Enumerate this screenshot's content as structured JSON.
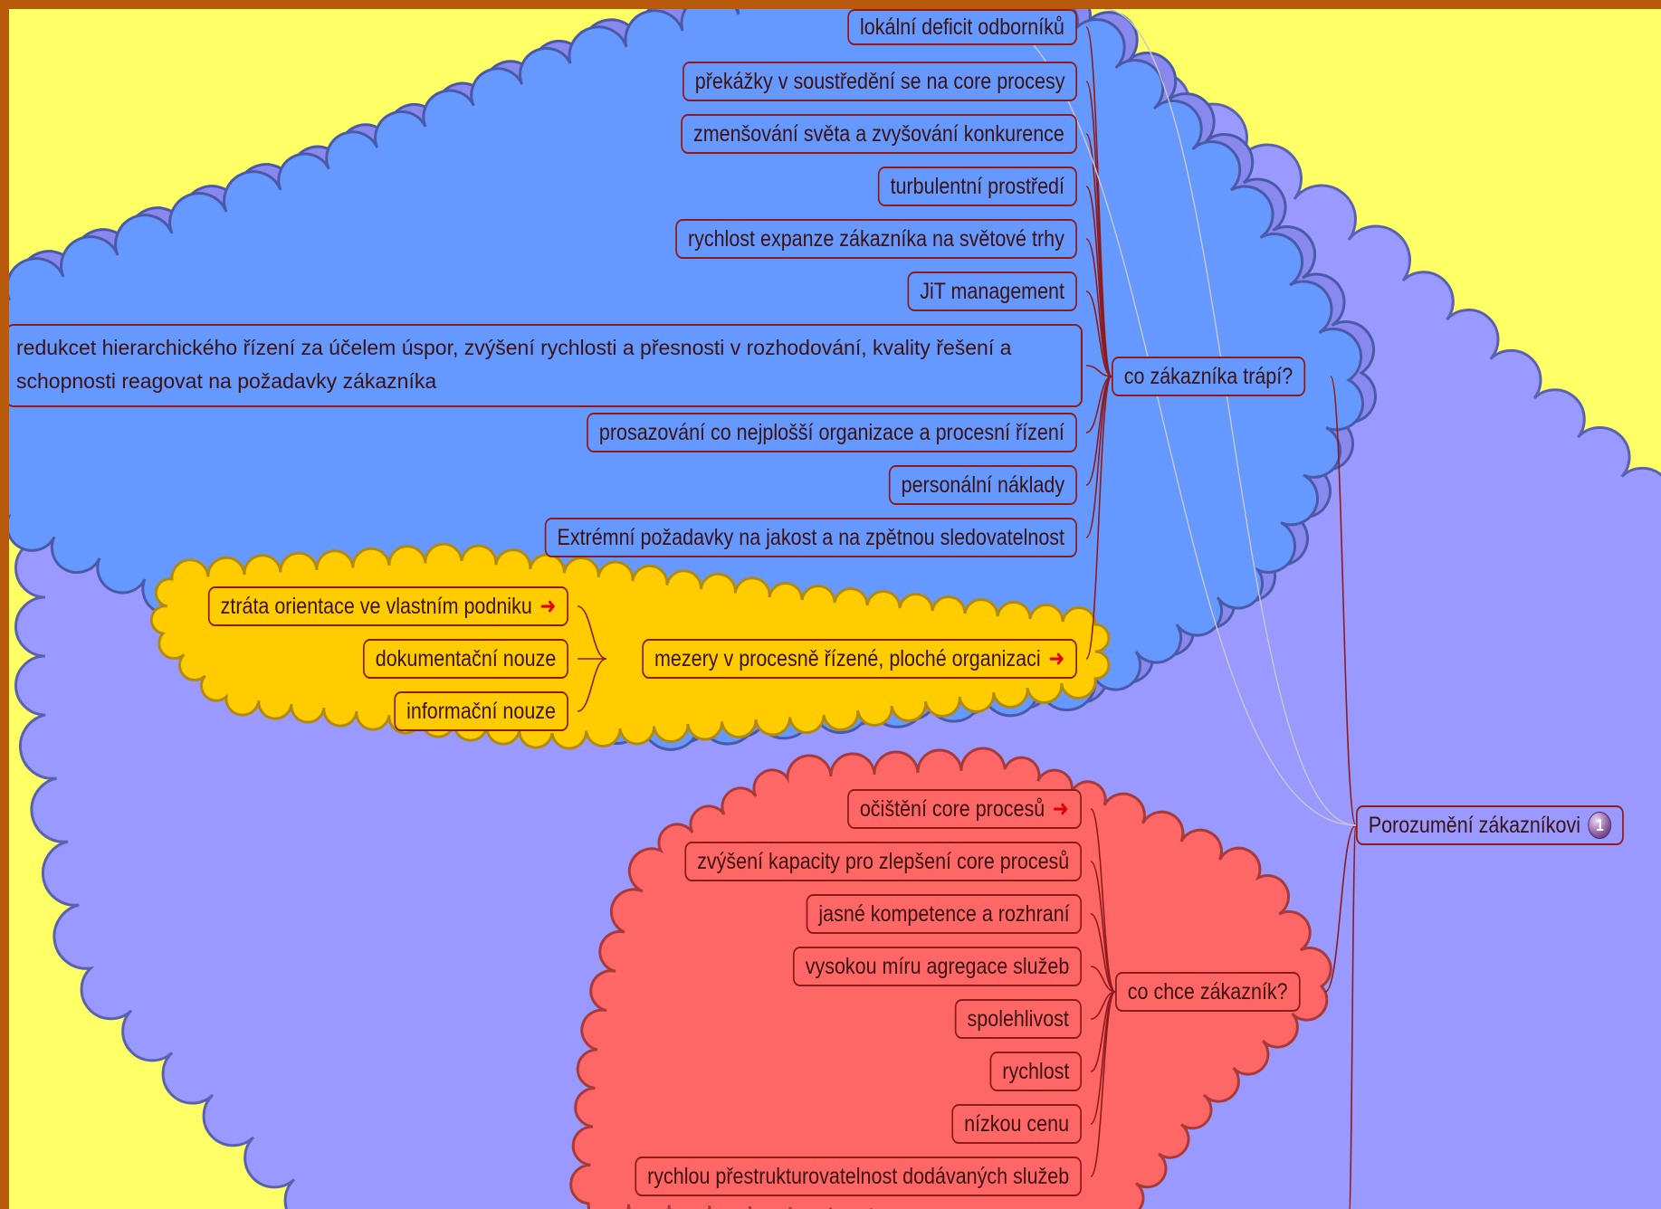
{
  "colors": {
    "frame": "#b85a0c",
    "background": "#ffff66",
    "violet_cloud": "#9999ff",
    "blue_cloud": "#6699ff",
    "yellow_cloud": "#ffcc00",
    "red_cloud": "#ff6666",
    "connector": "#8e1b1b"
  },
  "root": {
    "label": "Porozumění zákazníkovi",
    "icon": "number-1-icon",
    "icon_text": "1"
  },
  "trouble": {
    "label": "co zákazníka trápí?",
    "items": [
      "lokální deficit odborníků",
      "překážky v soustředění se na core procesy",
      "zmenšování světa a zvyšování konkurence",
      "turbulentní prostředí",
      "rychlost expanze zákazníka na světové trhy",
      "JiT management",
      "redukcet hierarchického řízení za účelem úspor, zvýšení rychlosti a přesnosti v rozhodování, kvality řešení a schopnosti reagovat na požadavky zákazníka",
      "prosazování co nejplošší organizace a procesní řízení",
      "personální náklady",
      "Extrémní požadavky na jakost a na zpětnou sledovatelnost"
    ]
  },
  "gaps": {
    "label": "mezery v procesně řízené, ploché organizaci",
    "items": [
      "ztráta orientace ve vlastním podniku",
      "dokumentační nouze",
      "informační nouze"
    ]
  },
  "wants": {
    "label": "co chce zákazník?",
    "items": [
      "očištění core procesů",
      "zvýšení kapacity pro zlepšení core procesů",
      "jasné kompetence a rozhraní",
      "vysokou míru agregace služeb",
      "spolehlivost",
      "rychlost",
      "nízkou cenu",
      "rychlou přestrukturovatelnost dodávaných služeb"
    ]
  }
}
